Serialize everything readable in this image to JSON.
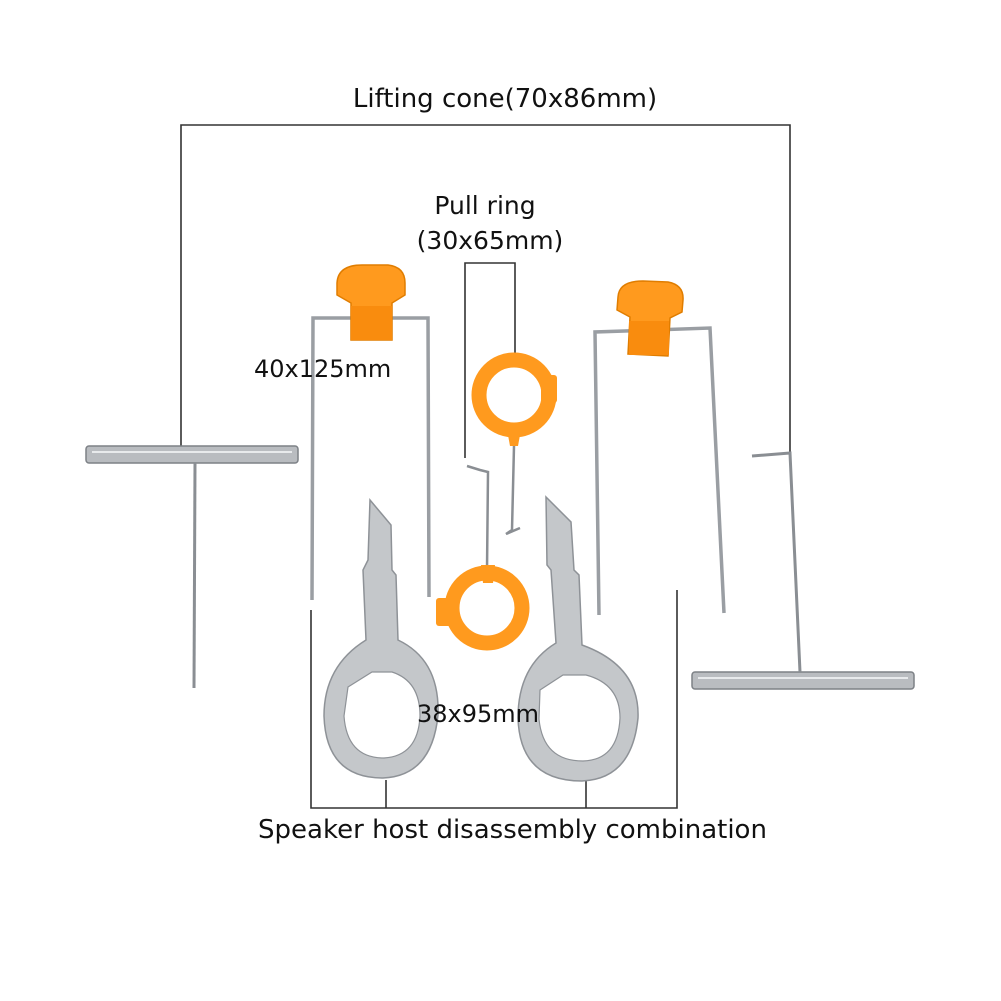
{
  "labels": {
    "lifting_cone": "Lifting cone(70x86mm)",
    "pull_ring_line1": "Pull ring",
    "pull_ring_line2": "(30x65mm)",
    "size_40x125": "40x125mm",
    "size_38x95": "38x95mm",
    "speaker_combo": "Speaker host disassembly combination"
  },
  "colors": {
    "orange": "#ff9a1e",
    "orange_dark": "#e07d00",
    "metal": "#b9bcc0",
    "metal_dark": "#7d8186",
    "bracket": "#333333"
  }
}
